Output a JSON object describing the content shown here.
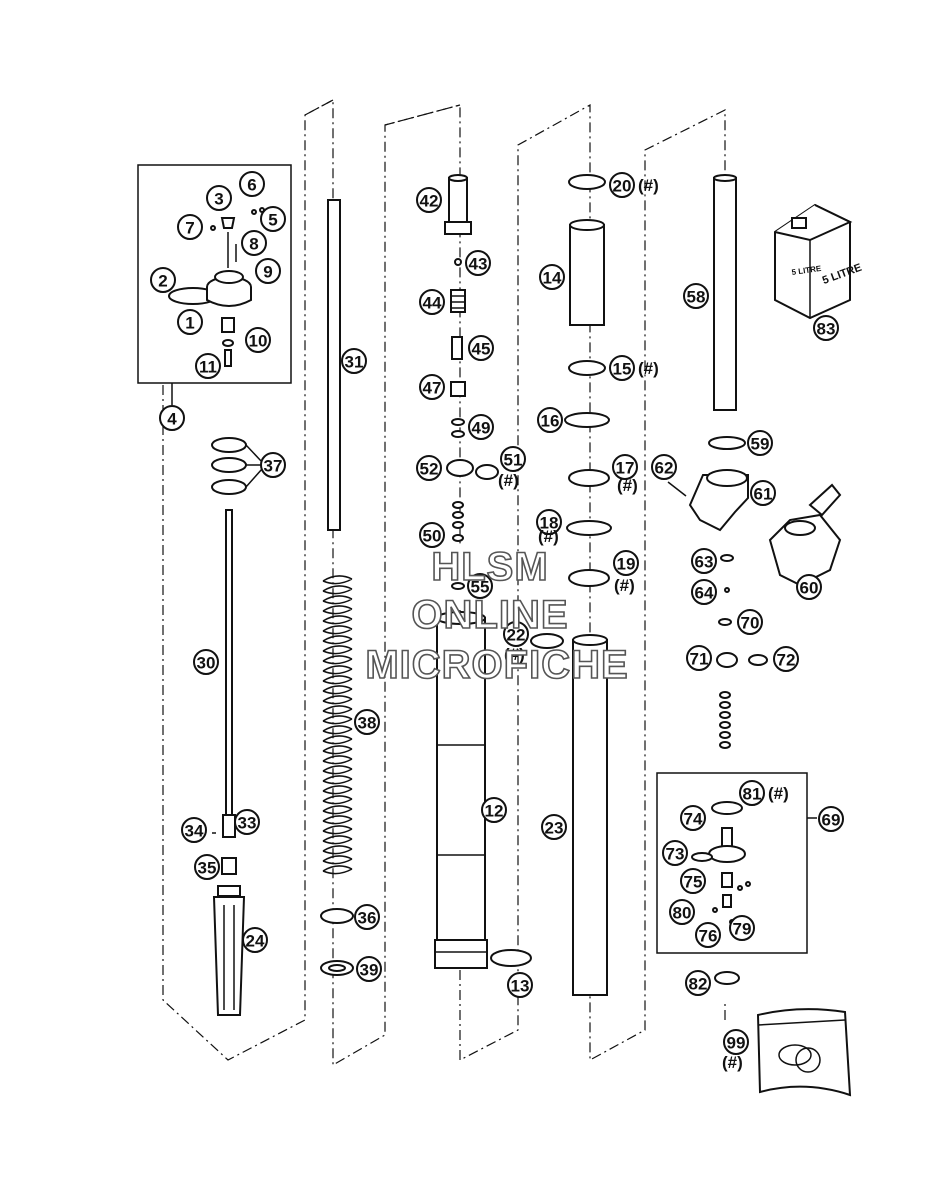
{
  "watermark": {
    "line1": "HLSM",
    "line2": "ONLINE",
    "line3": "MICROFICHE"
  },
  "hash_mark": "(#)",
  "can_label": {
    "text1": "5 LITRE",
    "text2": "5 LITRE"
  },
  "callouts": [
    {
      "n": "1"
    },
    {
      "n": "2"
    },
    {
      "n": "3"
    },
    {
      "n": "4"
    },
    {
      "n": "5"
    },
    {
      "n": "6"
    },
    {
      "n": "7"
    },
    {
      "n": "8"
    },
    {
      "n": "9"
    },
    {
      "n": "10"
    },
    {
      "n": "11"
    },
    {
      "n": "12"
    },
    {
      "n": "13"
    },
    {
      "n": "14"
    },
    {
      "n": "15",
      "hash": true
    },
    {
      "n": "16"
    },
    {
      "n": "17",
      "hash": true
    },
    {
      "n": "18",
      "hash": true
    },
    {
      "n": "19",
      "hash": true
    },
    {
      "n": "20",
      "hash": true
    },
    {
      "n": "22",
      "hash": true
    },
    {
      "n": "23"
    },
    {
      "n": "24"
    },
    {
      "n": "30"
    },
    {
      "n": "31"
    },
    {
      "n": "33"
    },
    {
      "n": "34"
    },
    {
      "n": "35"
    },
    {
      "n": "36"
    },
    {
      "n": "37"
    },
    {
      "n": "38"
    },
    {
      "n": "39"
    },
    {
      "n": "42"
    },
    {
      "n": "43"
    },
    {
      "n": "44"
    },
    {
      "n": "45"
    },
    {
      "n": "47"
    },
    {
      "n": "49"
    },
    {
      "n": "50"
    },
    {
      "n": "51",
      "hash": true
    },
    {
      "n": "52"
    },
    {
      "n": "55"
    },
    {
      "n": "58"
    },
    {
      "n": "59"
    },
    {
      "n": "60"
    },
    {
      "n": "61"
    },
    {
      "n": "62"
    },
    {
      "n": "63"
    },
    {
      "n": "64"
    },
    {
      "n": "69"
    },
    {
      "n": "70"
    },
    {
      "n": "71"
    },
    {
      "n": "72"
    },
    {
      "n": "73"
    },
    {
      "n": "74"
    },
    {
      "n": "75"
    },
    {
      "n": "76"
    },
    {
      "n": "79"
    },
    {
      "n": "80"
    },
    {
      "n": "81",
      "hash": true
    },
    {
      "n": "82"
    },
    {
      "n": "83"
    },
    {
      "n": "99",
      "hash": true
    }
  ]
}
